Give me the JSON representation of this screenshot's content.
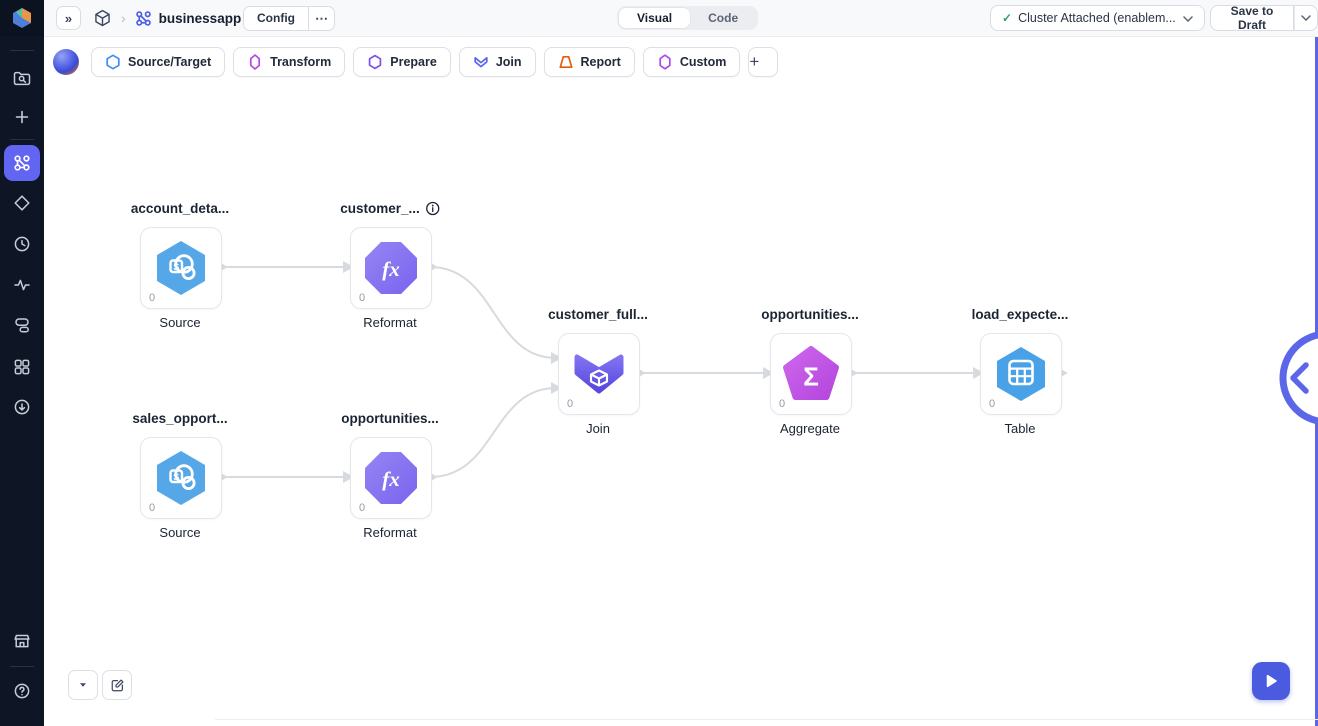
{
  "topbar": {
    "collapse_glyph": "»",
    "breadcrumb": {
      "separator": "›",
      "project_name": "businessapp"
    },
    "config_button": "Config",
    "more_glyph": "⋯",
    "view_tabs": {
      "visual": "Visual",
      "code": "Code"
    },
    "cluster_button": {
      "check_glyph": "✓",
      "label": "Cluster Attached (enablem..."
    },
    "save_button": "Save to Draft"
  },
  "palette": {
    "items": [
      {
        "label": "Source/Target",
        "color": "#3d8df5"
      },
      {
        "label": "Transform",
        "color": "#b44ae0"
      },
      {
        "label": "Prepare",
        "color": "#7c4df0"
      },
      {
        "label": "Join",
        "color": "#5865f2"
      },
      {
        "label": "Report",
        "color": "#e8590c"
      },
      {
        "label": "Custom",
        "color": "#a94af0"
      }
    ],
    "add_glyph": "+"
  },
  "canvas": {
    "nodes": [
      {
        "title": "account_deta...",
        "type": "Source",
        "count": "0"
      },
      {
        "title": "customer_...",
        "type": "Reformat",
        "count": "0"
      },
      {
        "title": "sales_opport...",
        "type": "Source",
        "count": "0"
      },
      {
        "title": "opportunities...",
        "type": "Reformat",
        "count": "0"
      },
      {
        "title": "customer_full...",
        "type": "Join",
        "count": "0"
      },
      {
        "title": "opportunities...",
        "type": "Aggregate",
        "count": "0"
      },
      {
        "title": "load_expecte...",
        "type": "Table",
        "count": "0"
      }
    ],
    "reformat_glyph": "fx",
    "aggregate_glyph": "Σ"
  },
  "colors": {
    "accent_indigo": "#5b67e8",
    "source_blue": "#55a7e8",
    "reformat_purple": "#8573f0",
    "aggregate_magenta": "#c155e4",
    "sidebar_bg": "#0e1626",
    "status_green": "#2fa36f"
  }
}
